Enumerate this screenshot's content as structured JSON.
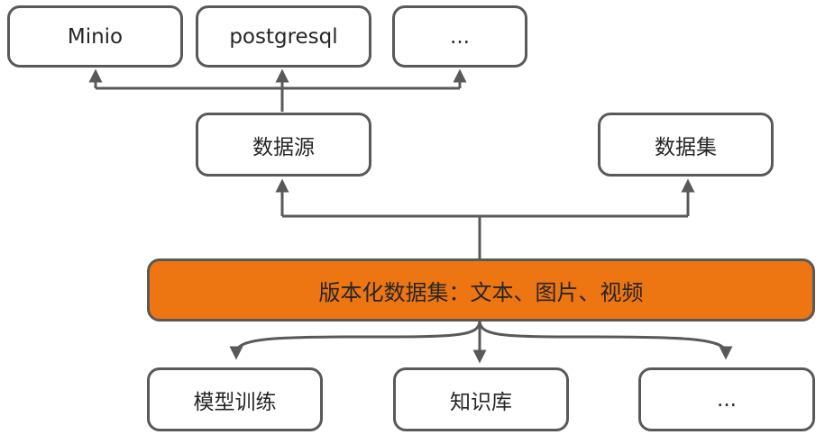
{
  "colors": {
    "line": "#595959",
    "box_border": "#595959",
    "box_fill": "#ffffff",
    "hero_fill": "#ED7512",
    "text": "#262626"
  },
  "nodes": {
    "storage_minio": "Minio",
    "storage_postgresql": "postgresql",
    "storage_more": "...",
    "datasource": "数据源",
    "dataset": "数据集",
    "versioned_dataset": "版本化数据集：文本、图片、视频",
    "usage_model_training": "模型训练",
    "usage_knowledge_base": "知识库",
    "usage_more": "..."
  }
}
